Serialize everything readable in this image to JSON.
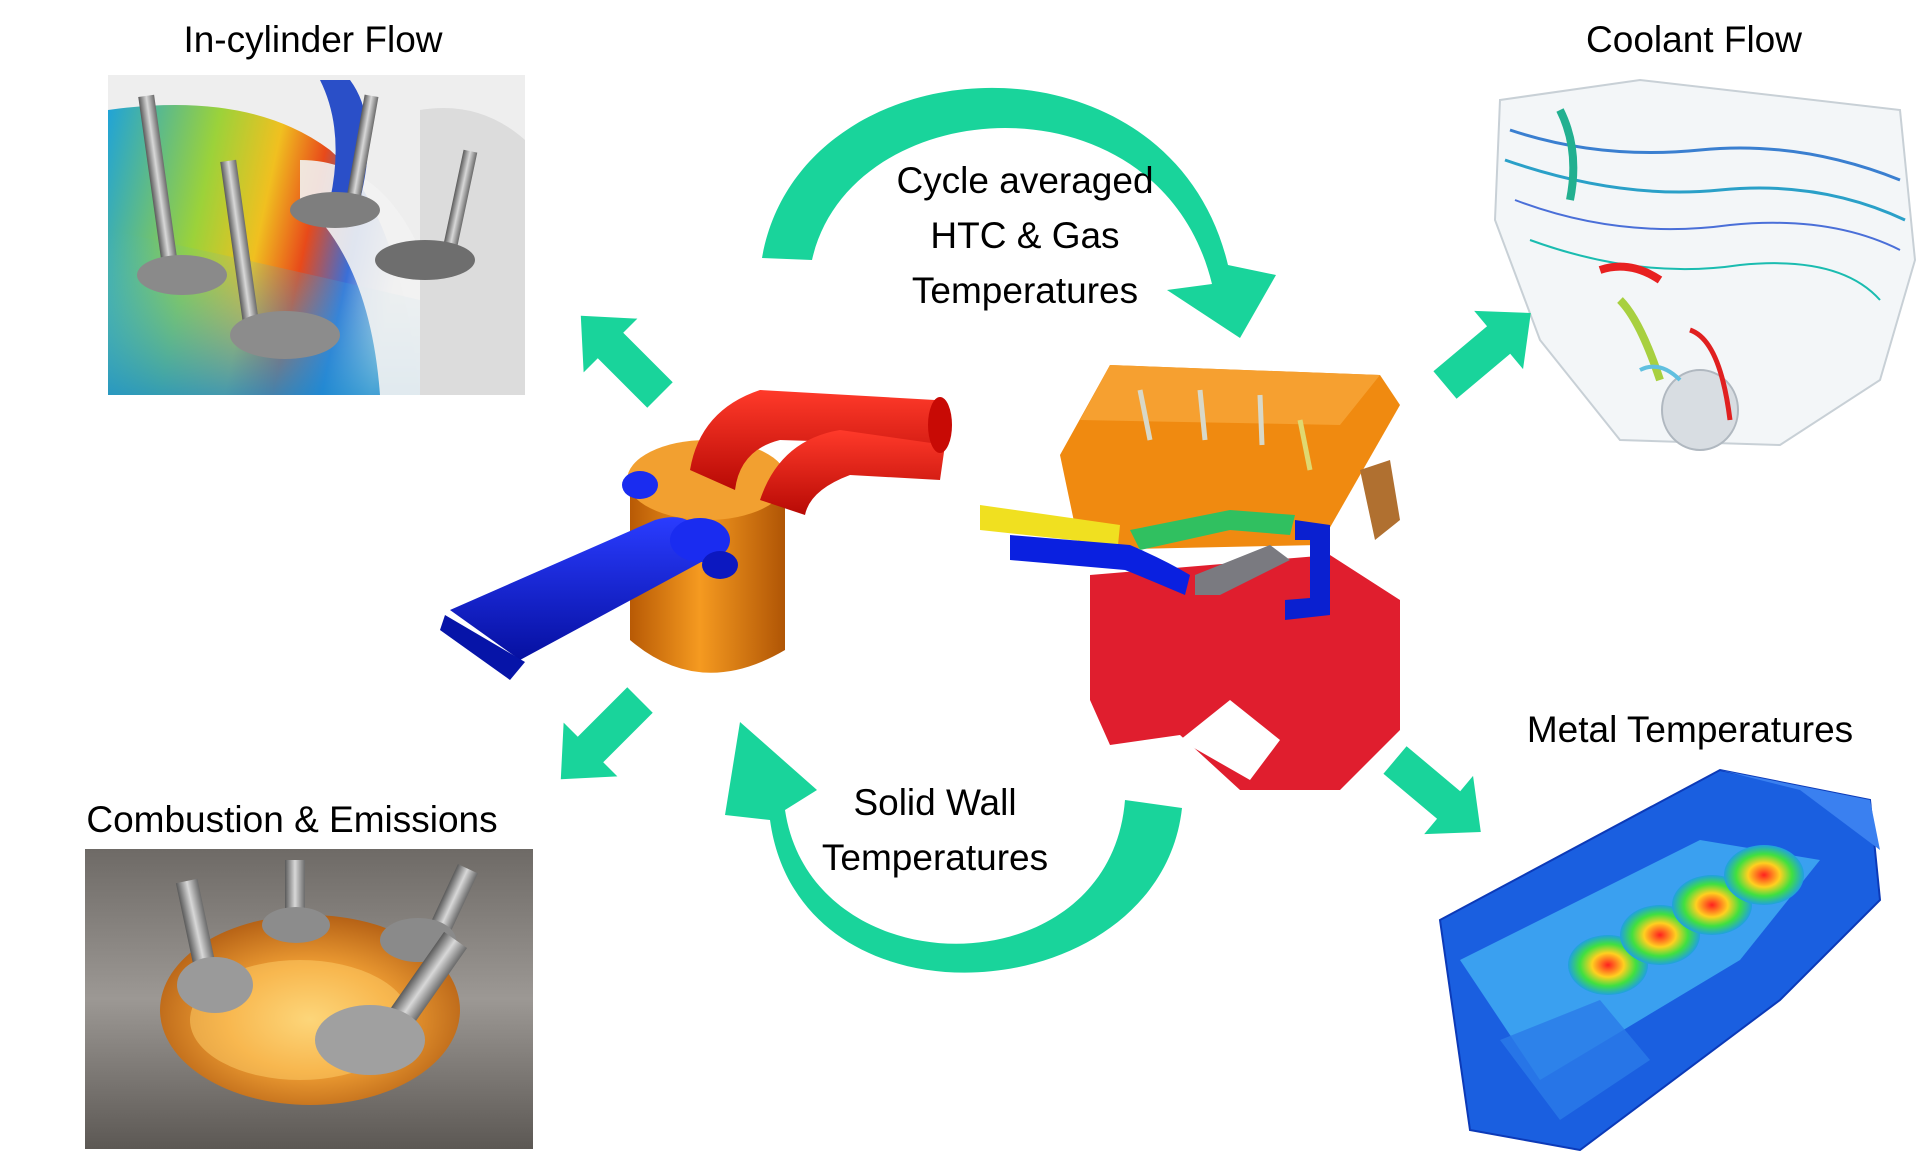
{
  "labels": {
    "in_cylinder": "In-cylinder Flow",
    "coolant": "Coolant Flow",
    "combustion": "Combustion & Emissions",
    "metal": "Metal Temperatures"
  },
  "cycle_top": {
    "line1": "Cycle averaged",
    "line2": "HTC & Gas",
    "line3": "Temperatures"
  },
  "cycle_bottom": {
    "line1": "Solid Wall",
    "line2": "Temperatures"
  },
  "colors": {
    "arrow": "#19d49b",
    "arrow_dark": "#0fa877",
    "port_red": "#ee1a10",
    "port_blue": "#0a1ee0",
    "cylinder_orange": "#e8820c",
    "head_orange": "#f08c10",
    "block_red": "#e02030"
  }
}
